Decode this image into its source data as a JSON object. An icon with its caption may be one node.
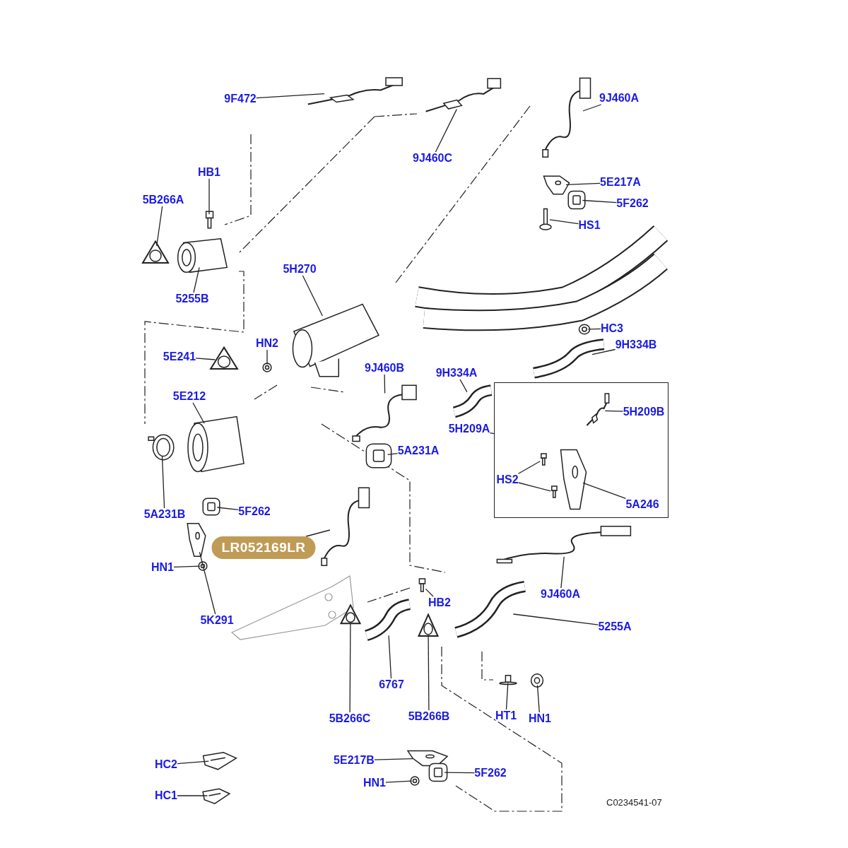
{
  "diagram": {
    "nodes": [
      {
        "text": [
          "9F472"
        ]
      },
      {
        "text": [],
        "shape": "picture"
      },
      {
        "text": [
          "9J460C"
        ]
      },
      {
        "text": [],
        "shape": "picture"
      },
      {
        "text": [
          "9J460A"
        ]
      },
      {
        "text": [],
        "shape": "picture"
      },
      {
        "text": [
          "HB1"
        ]
      },
      {
        "text": [],
        "shape": "picture"
      },
      {
        "text": [
          "5B266A"
        ]
      },
      {
        "text": [],
        "shape": "picture"
      },
      {
        "text": [
          "5255B"
        ]
      },
      {
        "text": [],
        "shape": "picture"
      },
      {
        "text": [
          "5E217A"
        ]
      },
      {
        "text": [],
        "shape": "picture"
      },
      {
        "text": [
          "5F262"
        ]
      },
      {
        "text": [],
        "shape": "picture"
      },
      {
        "text": [
          "HS1"
        ]
      },
      {
        "text": [],
        "shape": "picture"
      },
      {
        "text": [
          "5H270"
        ]
      },
      {
        "text": [],
        "shape": "picture"
      },
      {
        "text": [
          "HC3"
        ]
      },
      {
        "text": [],
        "shape": "picture"
      },
      {
        "text": [
          "9H334B"
        ]
      },
      {
        "text": [],
        "shape": "picture"
      },
      {
        "text": [
          "HN2"
        ]
      },
      {
        "text": [],
        "shape": "picture"
      },
      {
        "text": [
          "5E241"
        ]
      },
      {
        "text": [],
        "shape": "picture"
      },
      {
        "text": [
          "9J460B"
        ]
      },
      {
        "text": [],
        "shape": "picture"
      },
      {
        "text": [
          "9H334A"
        ]
      },
      {
        "text": [],
        "shape": "picture"
      },
      {
        "text": [
          "5E212"
        ]
      },
      {
        "text": [],
        "shape": "picture"
      },
      {
        "text": [],
        "shape": "box"
      },
      {
        "text": [
          "5H209B"
        ],
        "in": 34
      },
      {
        "text": [],
        "shape": "picture",
        "in": 34
      },
      {
        "text": [
          "5H209A"
        ]
      },
      {
        "text": [
          "5A231A"
        ]
      },
      {
        "text": [],
        "shape": "picture"
      },
      {
        "text": [
          "HS2"
        ],
        "in": 34
      },
      {
        "text": [],
        "shape": "picture",
        "in": 34
      },
      {
        "text": [],
        "shape": "picture",
        "in": 34
      },
      {
        "text": [
          "5A246"
        ],
        "in": 34
      },
      {
        "text": [],
        "shape": "picture",
        "in": 34
      },
      {
        "text": [
          "5A231B"
        ]
      },
      {
        "text": [],
        "shape": "picture"
      },
      {
        "text": [
          "5F262"
        ]
      },
      {
        "text": [],
        "shape": "picture"
      },
      {
        "text": [
          "LR052169LR"
        ]
      },
      {
        "text": [],
        "shape": "picture"
      },
      {
        "text": [
          "HN1"
        ]
      },
      {
        "text": [],
        "shape": "picture"
      },
      {
        "text": [
          "5K291"
        ]
      },
      {
        "text": [],
        "shape": "picture"
      },
      {
        "text": [
          "9J460A"
        ]
      },
      {
        "text": [],
        "shape": "picture"
      },
      {
        "text": [
          "HB2"
        ]
      },
      {
        "text": [],
        "shape": "picture"
      },
      {
        "text": [
          "5255A"
        ]
      },
      {
        "text": [],
        "shape": "picture"
      },
      {
        "text": [
          "5B266C"
        ]
      },
      {
        "text": [],
        "shape": "picture"
      },
      {
        "text": [
          "6767"
        ]
      },
      {
        "text": [],
        "shape": "picture"
      },
      {
        "text": [
          "5B266B"
        ]
      },
      {
        "text": [],
        "shape": "picture"
      },
      {
        "text": [
          "HT1"
        ]
      },
      {
        "text": [],
        "shape": "picture"
      },
      {
        "text": [
          "HN1"
        ]
      },
      {
        "text": [],
        "shape": "picture"
      },
      {
        "text": [
          "HC2"
        ]
      },
      {
        "text": [],
        "shape": "picture"
      },
      {
        "text": [
          "5E217B"
        ]
      },
      {
        "text": [],
        "shape": "picture"
      },
      {
        "text": [
          "5F262"
        ]
      },
      {
        "text": [],
        "shape": "picture"
      },
      {
        "text": [
          "HN1"
        ]
      },
      {
        "text": [],
        "shape": "picture"
      },
      {
        "text": [
          "HC1"
        ]
      },
      {
        "text": [],
        "shape": "picture"
      }
    ],
    "edges": [
      {
        "from": 0,
        "to": 1,
        "arrow": "none"
      },
      {
        "from": 2,
        "to": 3,
        "arrow": "none"
      },
      {
        "from": 4,
        "to": 5,
        "arrow": "none"
      },
      {
        "from": 6,
        "to": 7,
        "arrow": "none"
      },
      {
        "from": 8,
        "to": 9,
        "arrow": "none"
      },
      {
        "from": 10,
        "to": 11,
        "arrow": "none"
      },
      {
        "from": 12,
        "to": 13,
        "arrow": "none"
      },
      {
        "from": 14,
        "to": 15,
        "arrow": "none"
      },
      {
        "from": 16,
        "to": 17,
        "arrow": "none"
      },
      {
        "from": 18,
        "to": 19,
        "arrow": "none"
      },
      {
        "from": 20,
        "to": 21,
        "arrow": "none"
      },
      {
        "from": 22,
        "to": 23,
        "arrow": "none"
      },
      {
        "from": 24,
        "to": 25,
        "arrow": "none"
      },
      {
        "from": 26,
        "to": 27,
        "arrow": "none"
      },
      {
        "from": 28,
        "to": 29,
        "arrow": "none"
      },
      {
        "from": 30,
        "to": 31,
        "arrow": "none"
      },
      {
        "from": 32,
        "to": 33,
        "arrow": "none"
      },
      {
        "from": 35,
        "to": 36,
        "arrow": "none"
      },
      {
        "from": 37,
        "to": 34,
        "arrow": "none"
      },
      {
        "from": 38,
        "to": 39,
        "arrow": "none"
      },
      {
        "from": 40,
        "to": 41,
        "arrow": "none"
      },
      {
        "from": 40,
        "to": 42,
        "arrow": "none"
      },
      {
        "from": 43,
        "to": 44,
        "arrow": "none"
      },
      {
        "from": 45,
        "to": 46,
        "arrow": "none"
      },
      {
        "from": 47,
        "to": 48,
        "arrow": "none"
      },
      {
        "from": 49,
        "to": 50,
        "arrow": "none"
      },
      {
        "from": 51,
        "to": 52,
        "arrow": "none"
      },
      {
        "from": 53,
        "to": 54,
        "arrow": "none"
      },
      {
        "from": 55,
        "to": 56,
        "arrow": "none"
      },
      {
        "from": 57,
        "to": 58,
        "arrow": "none"
      },
      {
        "from": 59,
        "to": 60,
        "arrow": "none"
      },
      {
        "from": 61,
        "to": 62,
        "arrow": "none"
      },
      {
        "from": 63,
        "to": 64,
        "arrow": "none"
      },
      {
        "from": 65,
        "to": 66,
        "arrow": "none"
      },
      {
        "from": 67,
        "to": 68,
        "arrow": "none"
      },
      {
        "from": 69,
        "to": 70,
        "arrow": "none"
      },
      {
        "from": 71,
        "to": 72,
        "arrow": "none"
      },
      {
        "from": 73,
        "to": 74,
        "arrow": "none"
      },
      {
        "from": 75,
        "to": 76,
        "arrow": "none"
      },
      {
        "from": 77,
        "to": 78,
        "arrow": "none"
      },
      {
        "from": 79,
        "to": 80,
        "arrow": "none"
      }
    ],
    "labels": [
      "C0234541-07"
    ]
  }
}
